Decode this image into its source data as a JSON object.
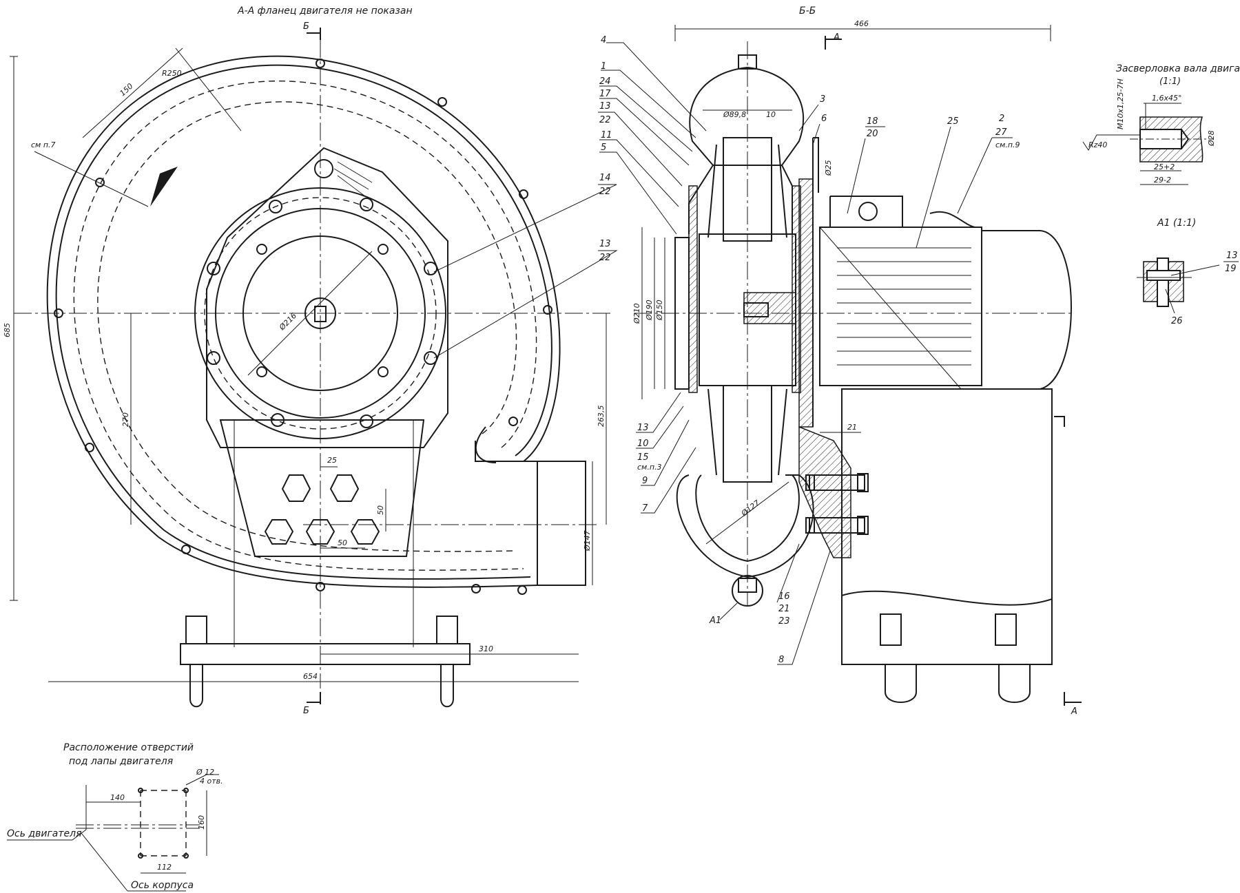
{
  "titles": {
    "section_aa": "А-А фланец двигателя не показан",
    "section_bb": "Б-Б",
    "shaft_drill": "Засверловка вала двигателя",
    "shaft_drill_scale": "(1:1)",
    "detail_a1": "А1 (1:1)",
    "holes_title_1": "Расположение отверстий",
    "holes_title_2": "под лапы двигателя"
  },
  "markers": {
    "b_top": "Б",
    "b_bottom": "Б",
    "a_top": "А",
    "a_bottom": "А",
    "a1_callout": "А1"
  },
  "dimensions": {
    "d150": "150",
    "r250": "R250",
    "see_note7": "см п.7",
    "d685": "685",
    "d270": "270",
    "phi216": "Ø216",
    "d25": "25",
    "d50v": "50",
    "d50h": "50",
    "d263": "263,5",
    "phi147": "Ø147",
    "d310": "310",
    "d654": "654",
    "d466": "466",
    "phi89": "Ø89,8",
    "d10": "10",
    "phi25": "Ø25",
    "phi210": "Ø210",
    "phi190": "Ø190",
    "phi150": "Ø150",
    "phi127": "Ø127",
    "d21": "21",
    "m10": "М10х1,25-7Н",
    "chamfer": "1,6х45°",
    "rz40": "Rz40",
    "phi28": "Ø28",
    "d25p": "25+2",
    "d29": "29-2",
    "axis_motor": "Ось двигателя",
    "axis_body": "Ось корпуса",
    "d140": "140",
    "phi12": "Ø 12",
    "four_holes": "4 отв.",
    "d160": "160",
    "d112": "112"
  },
  "parts": {
    "p4": "4",
    "p1": "1",
    "p24": "24",
    "p17": "17",
    "p13a": "13",
    "p22a": "22",
    "p11": "11",
    "p5": "5",
    "p3": "3",
    "p6": "6",
    "p18": "18",
    "p20": "20",
    "p25": "25",
    "p2": "2",
    "p27": "27",
    "see9": "см.п.9",
    "p14": "14",
    "p22b": "22",
    "p13b": "13",
    "p22c": "22",
    "p13c": "13",
    "p10": "10",
    "p15": "15",
    "see3": "см.п.3",
    "p9": "9",
    "p7": "7",
    "p16": "16",
    "p21": "21",
    "p23": "23",
    "p8": "8",
    "p13d": "13",
    "p19": "19",
    "p26": "26"
  }
}
